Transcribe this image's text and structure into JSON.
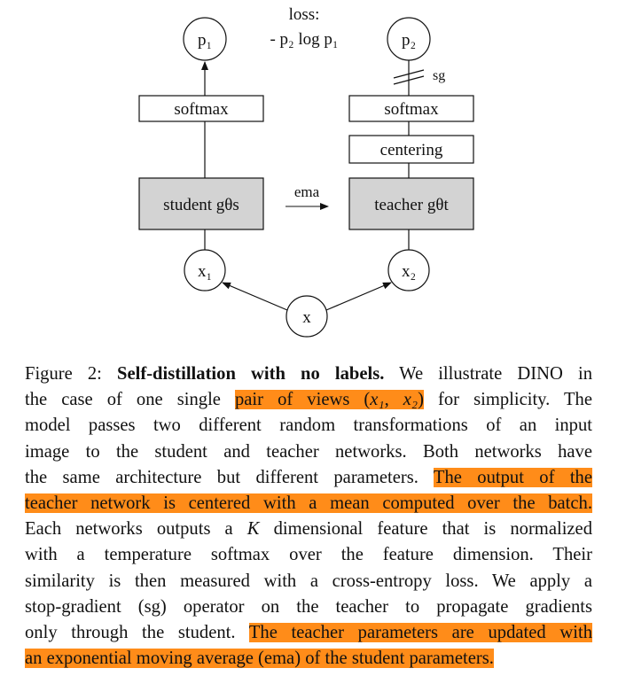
{
  "diagram": {
    "loss_line1": "loss:",
    "loss_line2": "- p₂ log p₁",
    "p1": "p₁",
    "p2": "p₂",
    "sg": "sg",
    "softmax_student": "softmax",
    "softmax_teacher": "softmax",
    "centering": "centering",
    "student": "student gθs",
    "teacher": "teacher gθt",
    "ema": "ema",
    "x1": "x₁",
    "x2": "x₂",
    "x": "x"
  },
  "caption": {
    "label": "Figure 2: ",
    "title": "Self-distillation with no labels.",
    "l1_rest": " We illustrate DINO in",
    "l2_pre": "the case of one single ",
    "l2_hl_pre": "pair of views (",
    "l2_x1": "x₁",
    "l2_comma": ", ",
    "l2_x2": "x₂",
    "l2_hl_post": ")",
    "l2_post": " for simplicity. The",
    "l3": "model passes two different random transformations of an input",
    "l4": "image to the student and teacher networks. Both networks have",
    "l5_pre": "the same architecture but different parameters. ",
    "l5_hl": "The output of the",
    "l6_hl": "teacher network is centered with a mean computed over the batch.",
    "l7_pre": "Each networks outputs a ",
    "l7_K": "K",
    "l7_post": " dimensional feature that is normalized",
    "l8": "with a temperature softmax over the feature dimension. Their",
    "l9": "similarity is then measured with a cross-entropy loss. We apply a",
    "l10": "stop-gradient (sg) operator on the teacher to propagate gradients",
    "l11_pre": "only through the student. ",
    "l11_hl": "The teacher parameters are updated with",
    "l12_hl": "an exponential moving average (ema) of the student parameters."
  },
  "colors": {
    "highlight": "#ff8c19",
    "network_box": "#d3d3d3"
  }
}
